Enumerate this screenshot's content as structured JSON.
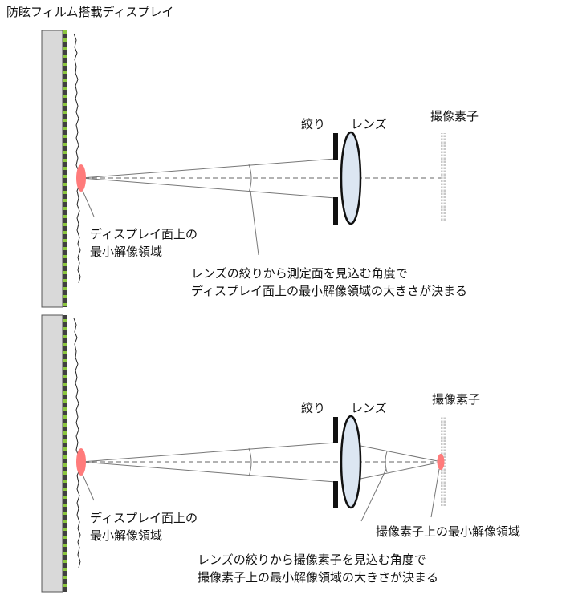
{
  "title": "防眩フィルム搭載ディスプレイ",
  "top": {
    "aperture_label": "絞り",
    "lens_label": "レンズ",
    "sensor_label": "撮像素子",
    "display_region_label": [
      "ディスプレイ面上の",
      "最小解像領域"
    ],
    "angle_note": [
      "レンズの絞りから測定面を見込む角度で",
      "ディスプレイ面上の最小解像領域の大きさが決まる"
    ]
  },
  "bottom": {
    "aperture_label": "絞り",
    "lens_label": "レンズ",
    "sensor_label": "撮像素子",
    "display_region_label": [
      "ディスプレイ面上の",
      "最小解像領域"
    ],
    "sensor_region_label": "撮像素子上の最小解像領域",
    "angle_note": [
      "レンズの絞りから撮像素子を見込む角度で",
      "撮像素子上の最小解像領域の大きさが決まる"
    ]
  },
  "colors": {
    "panel": "#d9d9d9",
    "pixel_green": "#8cc63f",
    "pixel_dark": "#404040",
    "spot": "#ff7b7b",
    "lens": "#dce6f2"
  }
}
